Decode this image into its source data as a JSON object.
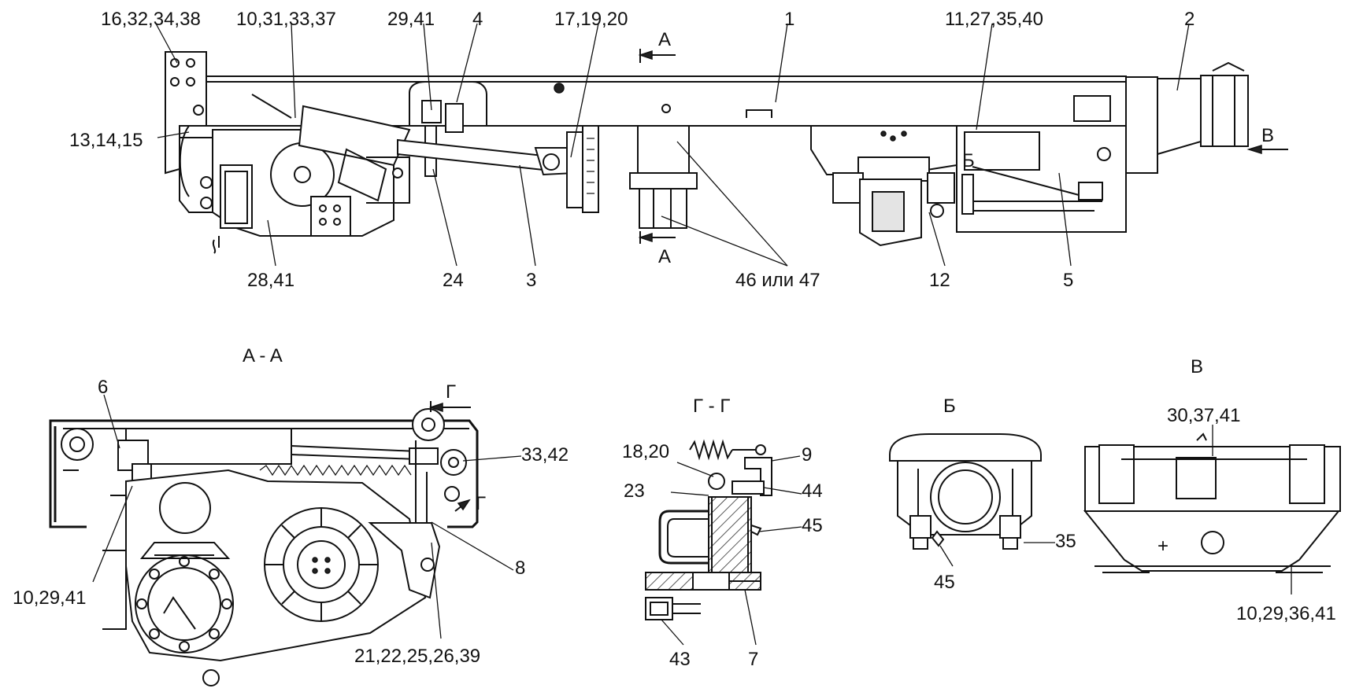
{
  "labels": {
    "top": [
      "16,32,34,38",
      "10,31,33,37",
      "29,41",
      "4",
      "17,19,20",
      "1",
      "11,27,35,40",
      "2",
      "13,14,15",
      "28,41",
      "24",
      "3",
      "46 или 47",
      "12",
      "5",
      "B",
      "Б",
      "A",
      "A"
    ],
    "aa": [
      "6",
      "33,42",
      "8",
      "10,29,41",
      "21,22,25,26,39",
      "Г",
      "Г"
    ],
    "gg": [
      "18,20",
      "9",
      "23",
      "44",
      "45",
      "43",
      "7"
    ],
    "b": [
      "35",
      "45"
    ],
    "v": [
      "30,37,41",
      "10,29,36,41"
    ]
  },
  "views": {
    "aa_title": "A - A",
    "gg_title": "Г - Г",
    "b_title": "Б",
    "v_title": "B"
  }
}
